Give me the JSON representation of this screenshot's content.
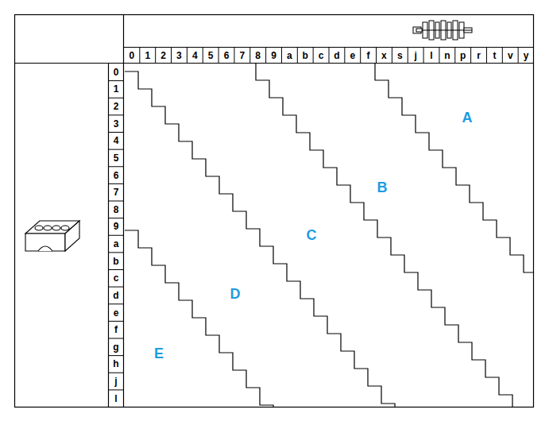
{
  "diagram": {
    "labels": [
      "0",
      "1",
      "2",
      "3",
      "4",
      "5",
      "6",
      "7",
      "8",
      "9",
      "a",
      "b",
      "c",
      "d",
      "e",
      "f",
      "x",
      "s",
      "j",
      "l",
      "n",
      "p",
      "r",
      "t",
      "v",
      "y",
      "0",
      "1",
      "2",
      "3",
      "4",
      "5",
      "6",
      "7",
      "8",
      "9",
      "a",
      "b",
      "c",
      "d",
      "e",
      "f",
      "g",
      "h",
      "j",
      "l",
      "A",
      "B",
      "C",
      "D",
      "E"
    ]
  }
}
